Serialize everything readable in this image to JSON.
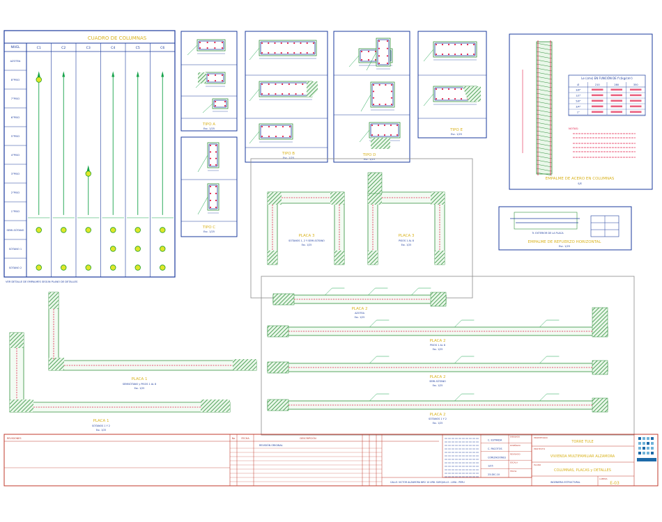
{
  "colors": {
    "frame": "#1a3a9c",
    "title": "#d9b21c",
    "green": "#16a34a",
    "red": "#e11d48",
    "hatch": "#2f8f3a",
    "ring": "#22a022",
    "dot": "#dfe62a",
    "gray": "#8a8a8a",
    "titleblock": "#c0392b",
    "logo": "#1d6aa8"
  },
  "cuadro": {
    "title": "CUADRO DE COLUMNAS",
    "col_header": "NIVEL",
    "columns": [
      "C1",
      "C2",
      "C3",
      "C4",
      "C5",
      "C6"
    ],
    "rows": [
      "AZOTEA",
      "8°PISO",
      "7°PISO",
      "6°PISO",
      "5°PISO",
      "4°PISO",
      "3°PISO",
      "2°PISO",
      "1°PISO",
      "SEMI-SÓTANO",
      "SÓTANO 1",
      "SÓTANO 2"
    ],
    "note": "VER DETALLE DE EMPALMES SEGÚN PLANO DE DETALLES"
  },
  "tipos": [
    {
      "title": "TIPO A",
      "scale": "Esc. 1/25"
    },
    {
      "title": "TIPO C",
      "scale": "Esc. 1/25"
    },
    {
      "title": "TIPO B",
      "scale": "Esc. 1/25"
    },
    {
      "title": "TIPO D",
      "scale": "Esc. 1/25"
    },
    {
      "title": "TIPO E",
      "scale": "Esc. 1/25"
    }
  ],
  "empalme_columnas": {
    "title": "EMPALME DE ACERO EN COLUMNAS",
    "scale": "S/E",
    "table_title": "Le (cms) EN FUNCIÓN DE f'c(kg/cm²)",
    "headers": [
      "Ø",
      "210",
      "280",
      "350"
    ],
    "rows": [
      [
        "3/8\"",
        "",
        "",
        ""
      ],
      [
        "1/2\"",
        "",
        "",
        ""
      ],
      [
        "5/8\"",
        "",
        "",
        ""
      ],
      [
        "3/4\"",
        "",
        "",
        ""
      ],
      [
        "1\"",
        "",
        "",
        ""
      ]
    ],
    "notes_title": "NOTAS:"
  },
  "empalme_refuerzo": {
    "title": "EMPALME DE REFUERZO HORIZONTAL",
    "scale": "Esc. 1/25",
    "label": "Tr. EXTERIOR DE LA PLACA"
  },
  "placas": [
    {
      "title": "PLACA 3",
      "sub": "SÓTANOS 1, 2 Y SEMI-SÓTANO"
    },
    {
      "title": "PLACA 3",
      "sub": "PISOS 1 AL 8"
    },
    {
      "title": "PLACA 2",
      "sub": "AZOTEA"
    },
    {
      "title": "PLACA 2",
      "sub": "PISOS 1 AL 8"
    },
    {
      "title": "PLACA 2",
      "sub": "SEMI-SÓTANO"
    },
    {
      "title": "PLACA 2",
      "sub": "SÓTANOS 1 Y 2"
    },
    {
      "title": "PLACA 1",
      "sub": "SEMISÓTANO y PISOS 1 AL 8"
    },
    {
      "title": "PLACA 1",
      "sub": "SÓTANOS 1 Y 2"
    }
  ],
  "placa_scale": "Esc. 1/25",
  "titleblock": {
    "rev_header": "REVISIONES",
    "rev_no": "No",
    "rev_fecha": "FECHA",
    "rev_desc": "DESCRIPCIÓN",
    "rev_row": "REVISIÓN ORIGINAL",
    "client": "TORRE TULE",
    "project_title": "VIVIENDA MULTIFAMILIAR ALZAMORA",
    "sheet_title": "COLUMNAS, PLACAS y DETALLES",
    "sheet_no": "E-03",
    "address": "CALLE: VICTOR ALZAMORA NRO 10 URB. SURQUILLO - LIMA - PERU",
    "specialty": "INGENIERIA ESTRUCTURAL",
    "label_cliente": "PROPIETARIO",
    "label_proyecto": "PROYECTO",
    "label_plano": "PLANO",
    "label_lamina": "LÁMINA",
    "fields": [
      [
        "DIBUJADO",
        "C. ESTRADA"
      ],
      [
        "DISEÑADO",
        "C. PACOTOS"
      ],
      [
        "REVISADO",
        "CORIZACIONES"
      ],
      [
        "ESCALA",
        "1/25"
      ],
      [
        "FECHA",
        "23-DIC-10"
      ]
    ]
  }
}
